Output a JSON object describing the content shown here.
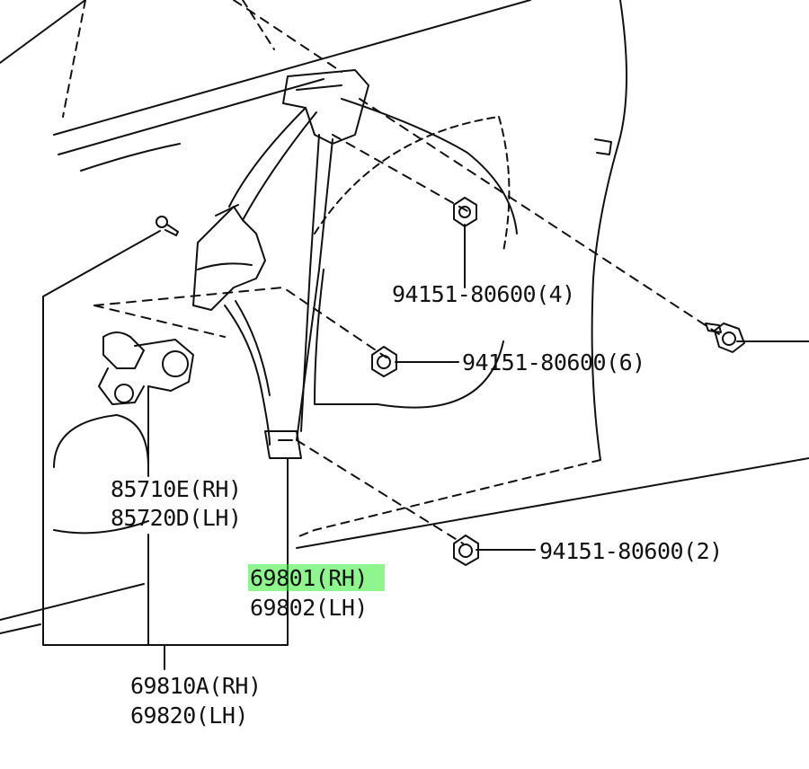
{
  "colors": {
    "line": "#111111",
    "highlight": "#33ee33",
    "background": "#ffffff"
  },
  "labels": {
    "nut_4": "94151-80600(4)",
    "nut_6": "94151-80600(6)",
    "nut_2": "94151-80600(2)",
    "motor_rh": "85710E(RH)",
    "motor_lh": "85720D(LH)",
    "regulator_rh": "69801(RH)",
    "regulator_lh": "69802(LH)",
    "assembly_rh": "69810A(RH)",
    "assembly_lh": "69820(LH)"
  },
  "highlighted_part": "69801(RH)"
}
